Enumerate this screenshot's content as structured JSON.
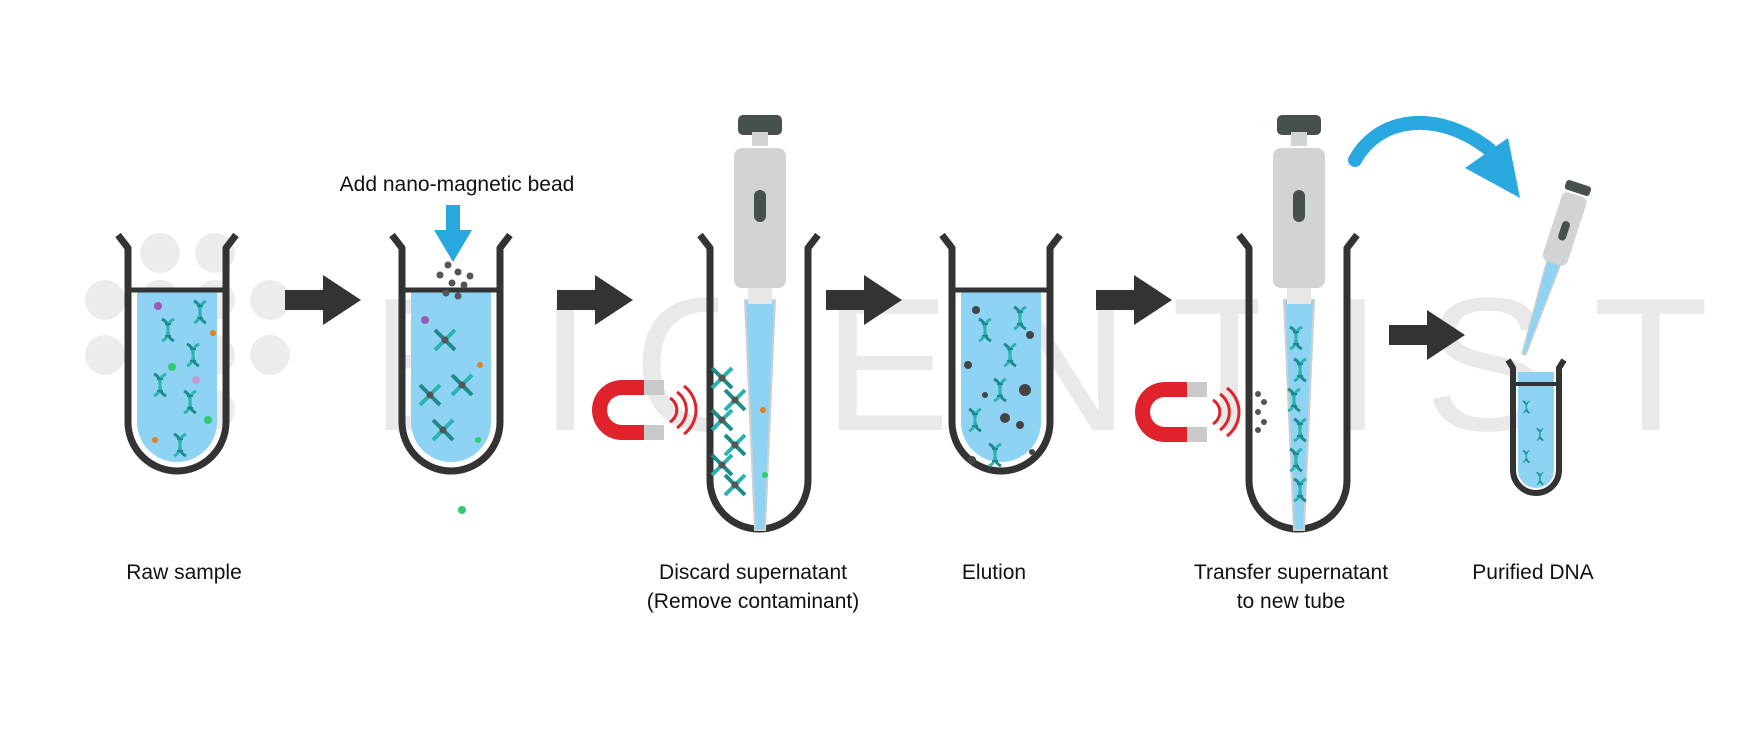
{
  "watermark": {
    "text": "BIOENTIST"
  },
  "top_label": {
    "text": "Add nano-magnetic bead"
  },
  "steps": [
    {
      "label_line1": "Raw sample",
      "label_line2": ""
    },
    {
      "label_line1": "",
      "label_line2": ""
    },
    {
      "label_line1": "Discard supernatant",
      "label_line2": "(Remove contaminant)"
    },
    {
      "label_line1": "Elution",
      "label_line2": ""
    },
    {
      "label_line1": "Transfer supernatant",
      "label_line2": "to new tube"
    },
    {
      "label_line1": "Purified DNA",
      "label_line2": ""
    }
  ],
  "colors": {
    "liquid": "#8fd3f4",
    "tube_outline": "#333333",
    "arrow": "#333333",
    "magnet_red": "#e0222a",
    "magnet_grey": "#b5b5b5",
    "pipette_grey": "#d1d3d4",
    "pipette_cap": "#46504f",
    "accent_blue": "#29a8e0",
    "dna_teal": "#1e8a8a",
    "watermark": "#e9e9e9"
  },
  "icons": [
    "test-tube-icon",
    "magnet-icon",
    "pipette-icon",
    "dna-icon",
    "arrow-right-icon",
    "curved-arrow-icon",
    "down-arrow-icon"
  ]
}
